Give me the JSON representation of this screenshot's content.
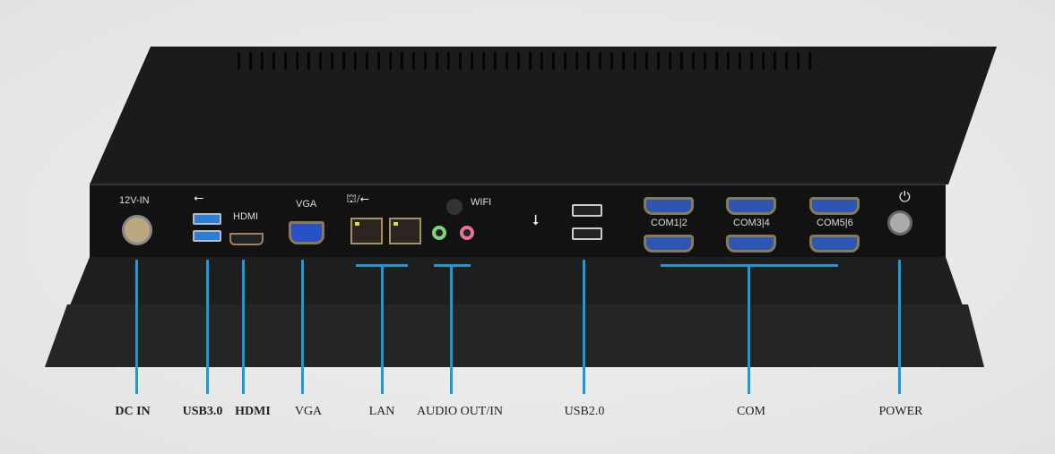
{
  "panel": {
    "dc_in": "12V-IN",
    "hdmi": "HDMI",
    "vga": "VGA",
    "wifi": "WIFI",
    "com12": "COM1|2",
    "com34": "COM3|4",
    "com56": "COM5|6"
  },
  "labels": {
    "dc_in": "DC IN",
    "usb30": "USB3.0",
    "hdmi": "HDMI",
    "vga": "VGA",
    "lan": "LAN",
    "audio": "AUDIO OUT/IN",
    "usb20": "USB2.0",
    "com": "COM",
    "power": "POWER"
  },
  "colors": {
    "leader": "#1a9ad6",
    "device": "#151515"
  }
}
